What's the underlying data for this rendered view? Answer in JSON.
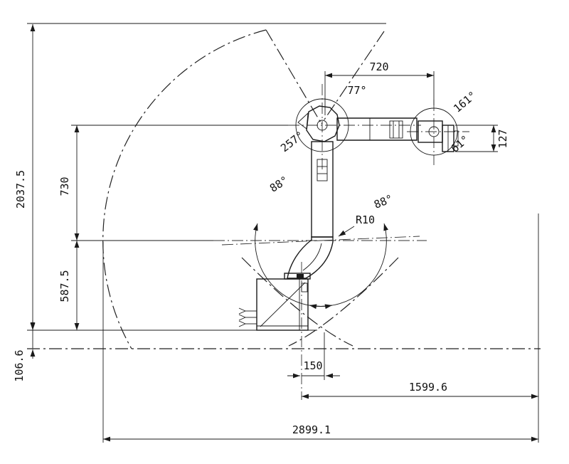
{
  "drawing": {
    "type": "technical-drawing",
    "subject": "industrial robot arm working range side view",
    "colors": {
      "line": "#1a1a1a",
      "centerline": "#333333",
      "background": "#ffffff"
    },
    "labels": {
      "total_height": "2037.5",
      "upper_arm_length": "730",
      "base_to_elbow": "587.5",
      "below_base_limit": "106.6",
      "arm_horizontal_span": "720",
      "flange_height": "127",
      "base_offset": "150",
      "forward_reach": "1599.6",
      "total_width": "2899.1",
      "shoulder_angle_upper": "77°",
      "shoulder_angle_lower": "257°",
      "wrist_angle_upper": "161°",
      "wrist_angle_lower": "61°",
      "elbow_angle_left": "88°",
      "elbow_angle_right": "88°",
      "corner_radius": "R10"
    }
  }
}
